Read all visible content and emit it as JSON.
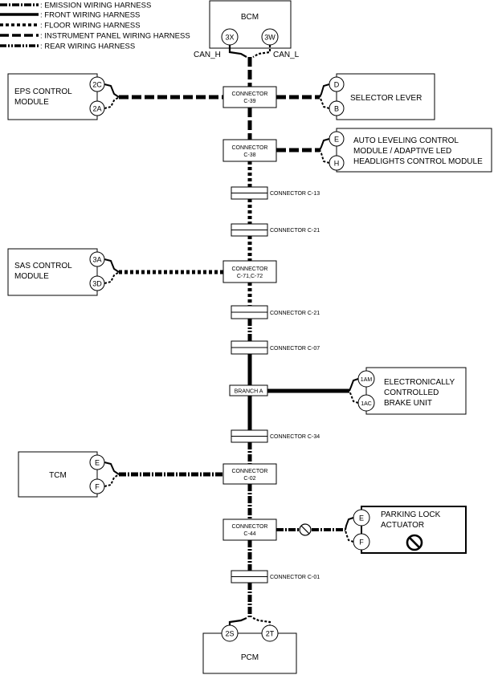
{
  "legend": [
    {
      "style": "emission",
      "text": ": EMISSION WIRING HARNESS"
    },
    {
      "style": "front",
      "text": ": FRONT WIRING HARNESS"
    },
    {
      "style": "floor",
      "text": ": FLOOR WIRING HARNESS"
    },
    {
      "style": "instrument",
      "text": ": INSTRUMENT PANEL WIRING HARNESS"
    },
    {
      "style": "rear",
      "text": ": REAR WIRING HARNESS"
    }
  ],
  "modules": {
    "bcm": {
      "title": "BCM",
      "pin_h": "3X",
      "pin_l": "3W",
      "can_h": "CAN_H",
      "can_l": "CAN_L"
    },
    "eps": {
      "line1": "EPS CONTROL",
      "line2": "MODULE",
      "pin_top": "2C",
      "pin_bot": "2A"
    },
    "selector": {
      "title": "SELECTOR LEVER",
      "pin_top": "D",
      "pin_bot": "B"
    },
    "auto_leveling": {
      "line1": "AUTO LEVELING CONTROL",
      "line2": "MODULE / ADAPTIVE LED",
      "line3": "HEADLIGHTS CONTROL MODULE",
      "pin_top": "E",
      "pin_bot": "H"
    },
    "sas": {
      "line1": "SAS CONTROL",
      "line2": "MODULE",
      "pin_top": "3A",
      "pin_bot": "3D"
    },
    "brake": {
      "line1": "ELECTRONICALLY",
      "line2": "CONTROLLED",
      "line3": "BRAKE UNIT",
      "pin_top": "1AM",
      "pin_bot": "1AC"
    },
    "tcm": {
      "title": "TCM",
      "pin_top": "E",
      "pin_bot": "F"
    },
    "parking": {
      "line1": "PARKING LOCK",
      "line2": "ACTUATOR",
      "pin_top": "E",
      "pin_bot": "F"
    },
    "pcm": {
      "title": "PCM",
      "pin_h": "2S",
      "pin_l": "2T"
    }
  },
  "connectors": {
    "c39": {
      "line1": "CONNECTOR",
      "line2": "C-39"
    },
    "c38": {
      "line1": "CONNECTOR",
      "line2": "C-38"
    },
    "c13": "CONNECTOR C-13",
    "c21a": "CONNECTOR C-21",
    "c71": {
      "line1": "CONNECTOR",
      "line2": "C-71,C-72"
    },
    "c21b": "CONNECTOR C-21",
    "c07": "CONNECTOR C-07",
    "branch_a": "BRANCH A",
    "c34": "CONNECTOR C-34",
    "c02": {
      "line1": "CONNECTOR",
      "line2": "C-02"
    },
    "c44": {
      "line1": "CONNECTOR",
      "line2": "C-44"
    },
    "c01": "CONNECTOR C-01"
  },
  "icons": {
    "prohibited": "prohibition-icon"
  }
}
